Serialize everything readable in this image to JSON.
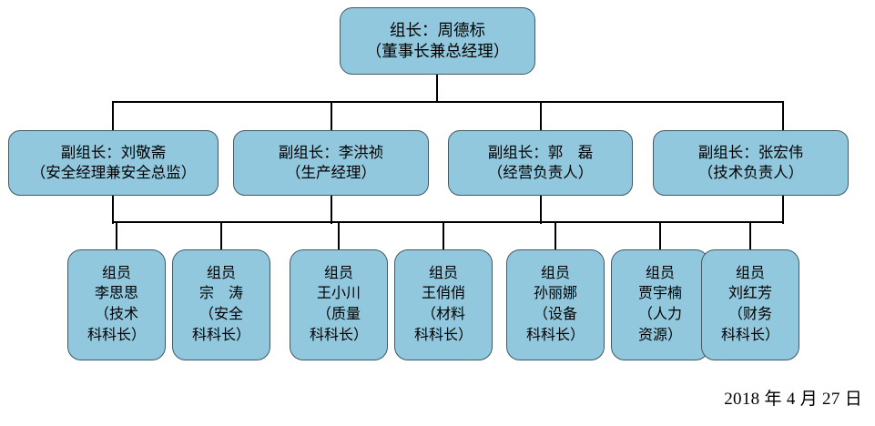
{
  "chart": {
    "title_present": false,
    "palette": {
      "node_fill": "#92c8dd",
      "node_border": "#3f5a66",
      "line": "#000000",
      "background": "#ffffff",
      "text": "#000000"
    },
    "leader": {
      "line1": "组长：周德标",
      "line2": "（董事长兼总经理）"
    },
    "deputies": [
      {
        "line1": "副组长：刘敬斋",
        "line2": "（安全经理兼安全总监）"
      },
      {
        "line1": "副组长：李洪祯",
        "line2": "（生产经理）"
      },
      {
        "line1": "副组长：郭　磊",
        "line2": "（经营负责人）"
      },
      {
        "line1": "副组长：张宏伟",
        "line2": "（技术负责人）"
      }
    ],
    "members": [
      {
        "role": "组员",
        "name": "李思思",
        "dept1": "（技术",
        "dept2": "科科长）"
      },
      {
        "role": "组员",
        "name": "宗　涛",
        "dept1": "（安全",
        "dept2": "科科长）"
      },
      {
        "role": "组员",
        "name": "王小川",
        "dept1": "（质量",
        "dept2": "科科长）"
      },
      {
        "role": "组员",
        "name": "王俏俏",
        "dept1": "（材料",
        "dept2": "科科长）"
      },
      {
        "role": "组员",
        "name": "孙丽娜",
        "dept1": "（设备",
        "dept2": "科科长）"
      },
      {
        "role": "组员",
        "name": "贾宇楠",
        "dept1": "（人力",
        "dept2": "资源）"
      },
      {
        "role": "组员",
        "name": "刘红芳",
        "dept1": "（财务",
        "dept2": "科科长）"
      }
    ],
    "date_caption": "2018 年 4 月 27 日"
  }
}
